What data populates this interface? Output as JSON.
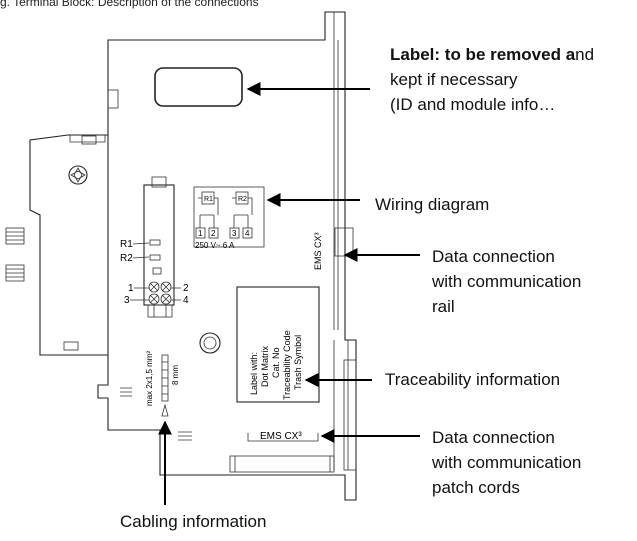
{
  "caption_top": "g. Terminal Block: Description of the connections",
  "callouts": {
    "label": {
      "bold_part": "Label: to be removed a",
      "rest_first_line": "nd",
      "line2": "kept if necessary",
      "line3": "(ID and module info…"
    },
    "wiring": "Wiring diagram",
    "data_rail": {
      "line1": "Data connection",
      "line2": "with communication",
      "line3": "rail"
    },
    "traceability": "Traceability information",
    "data_patch": {
      "line1": "Data connection",
      "line2": "with communication",
      "line3": "patch cords"
    },
    "cabling": "Cabling information"
  },
  "device": {
    "relay_r1": "R1",
    "relay_r2": "R2",
    "terminal_1": "1",
    "terminal_2": "2",
    "terminal_3": "3",
    "terminal_4": "4",
    "wiring_r1": "R1",
    "wiring_r2": "R2",
    "wiring_t1": "1",
    "wiring_t2": "2",
    "wiring_t3": "3",
    "wiring_t4": "4",
    "rating": "250 V~ 6 A",
    "ems_side": "EMS CX³",
    "ems_bottom": "EMS CX³",
    "label_block": [
      "Label with:",
      "Dot Matrix",
      "Cat. No",
      "Traceability Code",
      "Trash Symbol"
    ],
    "strip_length": "8 mm",
    "cable_size": "max 2x1,5 mm²"
  }
}
